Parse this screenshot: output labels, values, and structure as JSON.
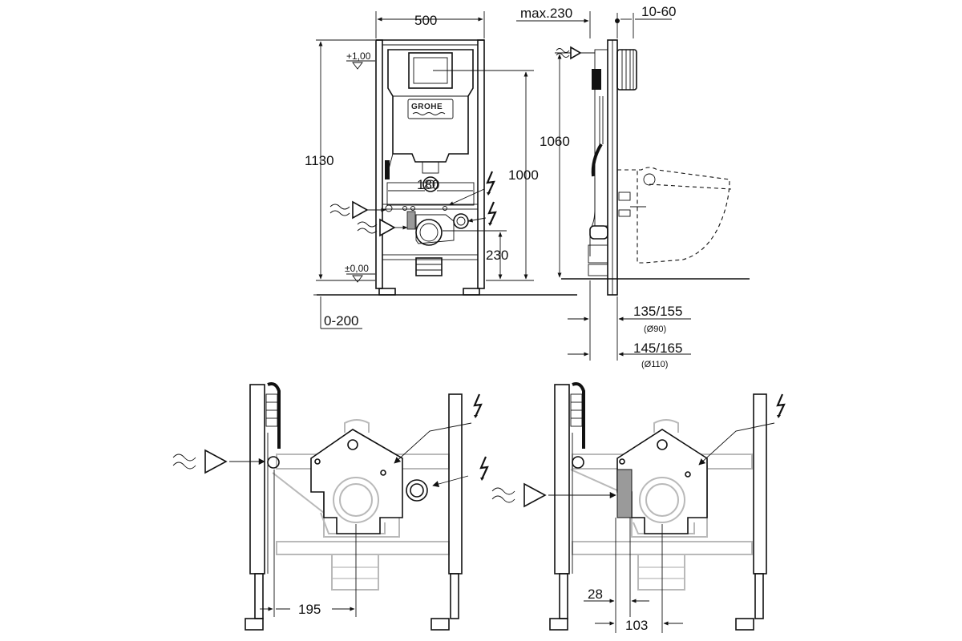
{
  "front_view": {
    "width": "500",
    "height_total": "1130",
    "level_top": "+1,00",
    "level_zero": "±0,00",
    "foot_adjust": "0-200",
    "flush_height": "1000",
    "connection_spacing": "180",
    "outlet_height": "230",
    "brand": "GROHE"
  },
  "side_view": {
    "max_offset": "max.230",
    "wall_thickness": "10-60",
    "overall_height": "1060",
    "dim_small_pipe": "135/155",
    "pipe_small": "(Ø90)",
    "dim_large_pipe": "145/165",
    "pipe_large": "(Ø110)"
  },
  "detail_left": {
    "offset": "195"
  },
  "detail_right": {
    "offset_a": "28",
    "offset_b": "103"
  }
}
